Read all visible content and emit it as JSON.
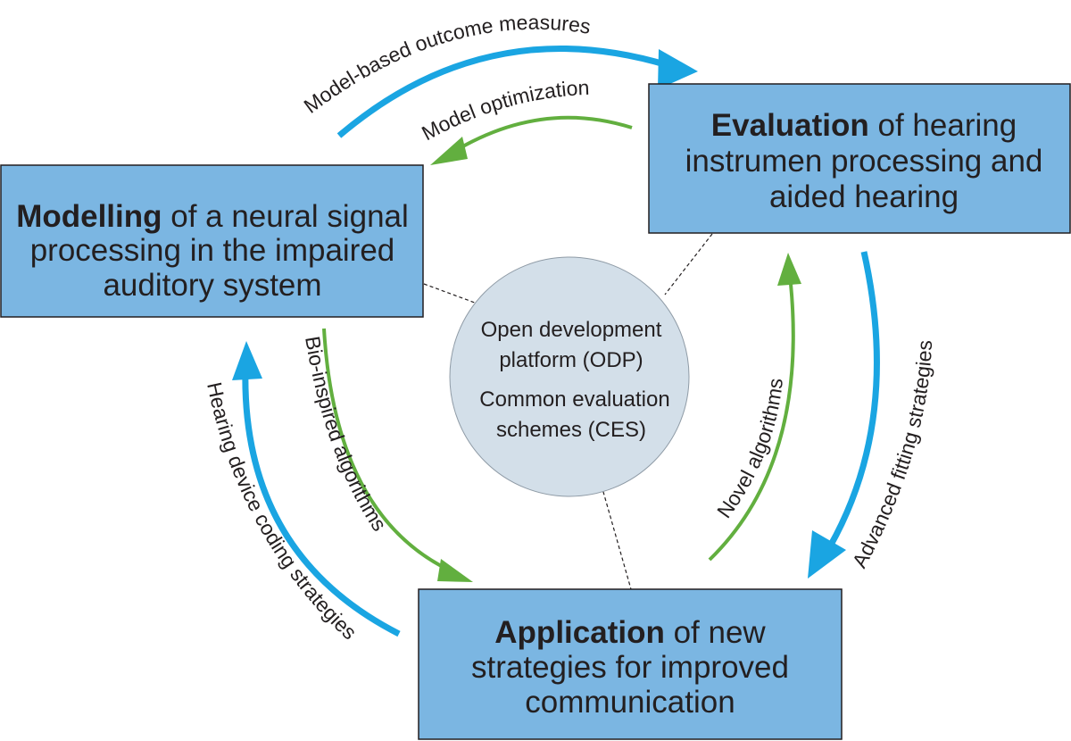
{
  "colors": {
    "box_fill": "#7bb6e2",
    "box_stroke": "#231f20",
    "center_fill": "#d3dfe9",
    "blue_arrow": "#1aa5e2",
    "green_arrow": "#62af3f",
    "text": "#231f20"
  },
  "boxes": {
    "modelling": {
      "line1_bold": "Modelling",
      "line1_rest": " of a neural signal",
      "line2": "processing in the impaired",
      "line3": "auditory system"
    },
    "evaluation": {
      "line1_bold": "Evaluation",
      "line1_rest": " of hearing",
      "line2": "instrumen processing and",
      "line3": "aided hearing"
    },
    "application": {
      "line1_bold": "Application",
      "line1_rest": " of new",
      "line2": "strategies for improved",
      "line3": "communication"
    }
  },
  "center": {
    "line1": "Open development",
    "line2": "platform (ODP)",
    "line3": "Common evaluation",
    "line4": "schemes (CES)"
  },
  "arrows": {
    "top_outer": "Model-based outcome measures",
    "top_inner": "Model optimization",
    "right_outer": "Advanced fitting strategies",
    "right_inner": "Novel algorithms",
    "left_outer": "Hearing device coding strategies",
    "left_inner": "Bio-inspired algorithms"
  }
}
